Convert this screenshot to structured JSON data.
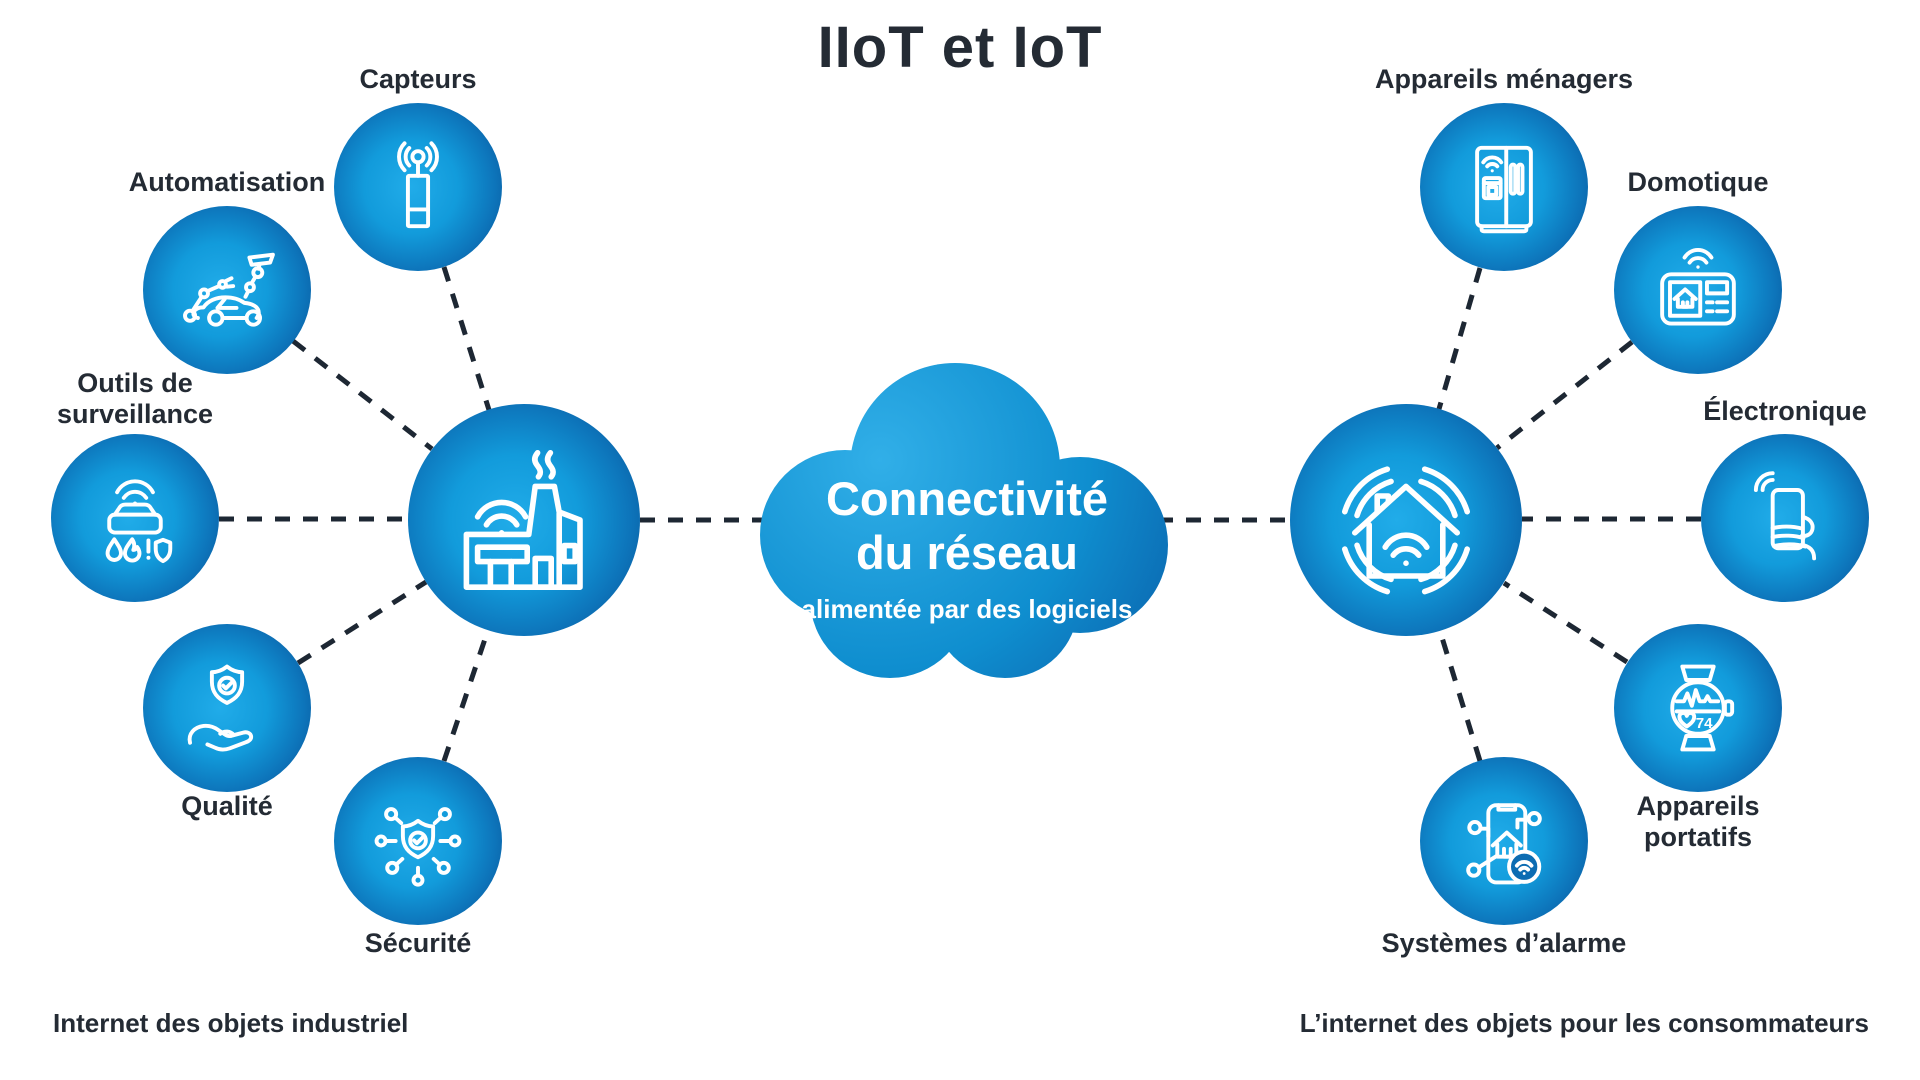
{
  "title": "IIoT et IoT",
  "cloud": {
    "line1": "Connectivité",
    "line2": "du réseau",
    "subtitle": "alimentée par des logiciels",
    "icon": "cloud-icon"
  },
  "left": {
    "caption": "Internet des objets industriel",
    "hub": {
      "icon": "factory-wifi-icon"
    },
    "nodes": [
      {
        "label": "Capteurs",
        "icon": "sensor-antenna-icon"
      },
      {
        "label": "Automatisation",
        "icon": "robot-assembly-icon"
      },
      {
        "label": "Outils de surveillance",
        "icon": "monitoring-device-icon"
      },
      {
        "label": "Qualité",
        "icon": "shield-hand-icon"
      },
      {
        "label": "Sécurité",
        "icon": "shield-network-icon"
      }
    ]
  },
  "right": {
    "caption": "L’internet des objets pour les consommateurs",
    "hub": {
      "icon": "smart-home-icon"
    },
    "nodes": [
      {
        "label": "Appareils ménagers",
        "icon": "smart-fridge-icon"
      },
      {
        "label": "Domotique",
        "icon": "control-panel-icon"
      },
      {
        "label": "Électronique",
        "icon": "phone-in-hand-icon"
      },
      {
        "label": "Appareils portatifs",
        "icon": "smartwatch-icon",
        "display_value": "74"
      },
      {
        "label": "Systèmes d’alarme",
        "icon": "alarm-system-icon"
      }
    ]
  },
  "colors": {
    "node_gradient_light": "#21ace9",
    "node_gradient_dark": "#094b8e",
    "cloud_light": "#31afe8",
    "cloud_dark": "#0a5ba6",
    "text": "#242b34",
    "connector": "#1d2733",
    "icon_stroke": "#ffffff"
  }
}
